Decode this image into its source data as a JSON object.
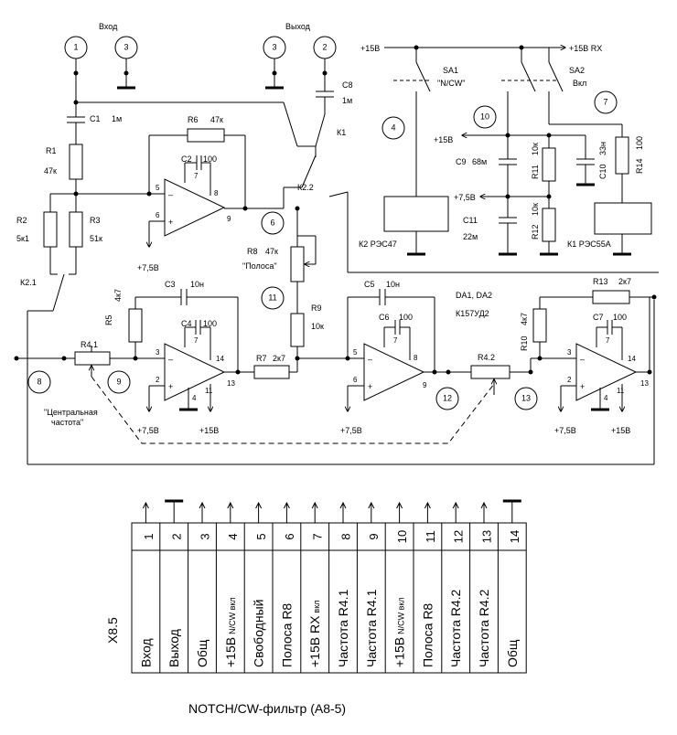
{
  "labels": {
    "input": "Вход",
    "output": "Выход",
    "pwr15": "+15В",
    "pwr15rx": "+15В RX",
    "sa1": "SA1",
    "sa1_mode": "\"N/CW\"",
    "sa2": "SA2",
    "sa2_mode": "Вкл",
    "k1": "К1",
    "k22": "К2.2",
    "k21": "К2.1",
    "k2_relay": "К2   РЭС47",
    "k1_relay": "К1   РЭС55А",
    "da": "DA1, DA2",
    "da_type": "К157УД2",
    "polosa_q": "\"Полоса\"",
    "center_freq_1": "\"Центральная",
    "center_freq_2": "частота\"",
    "p75": "+7,5В",
    "p15": "+15В"
  },
  "components": {
    "c1": "C1",
    "c1v": "1м",
    "c8": "C8",
    "c8v": "1м",
    "r1": "R1",
    "r1v": "47к",
    "r2": "R2",
    "r2v": "5к1",
    "r3": "R3",
    "r3v": "51к",
    "r6": "R6",
    "r6v": "47к",
    "c2": "C2",
    "c2v": "100",
    "r8": "R8",
    "r8v": "47к",
    "r9": "R9",
    "r9v": "10к",
    "r7": "R7",
    "r7v": "2к7",
    "c3": "C3",
    "c3v": "10н",
    "c4": "C4",
    "c4v": "100",
    "r5": "R5",
    "r5v": "4к7",
    "r41": "R4.1",
    "r42": "R4.2",
    "c5": "C5",
    "c5v": "10н",
    "c6": "C6",
    "c6v": "100",
    "r10": "R10",
    "r10v": "4к7",
    "r13": "R13",
    "r13v": "2к7",
    "c7": "C7",
    "c7v": "100",
    "c9": "C9",
    "c9v": "68м",
    "r11": "R11",
    "r11v": "10к",
    "c10": "C10",
    "c10v": "33н",
    "r14": "R14",
    "r14v": "100",
    "c11": "C11",
    "c11v": "22м",
    "r12": "R12",
    "r12v": "10к"
  },
  "pins": {
    "p2": "2",
    "p3": "3",
    "p4": "4",
    "p5": "5",
    "p6": "6",
    "p7": "7",
    "p8": "8",
    "p9": "9",
    "p11": "11",
    "p13": "13",
    "p14": "14"
  },
  "nodes": [
    "1",
    "3",
    "3",
    "2",
    "4",
    "10",
    "7",
    "6",
    "11",
    "8",
    "9",
    "12",
    "13"
  ],
  "connector": {
    "name": "X8.5",
    "numbers": [
      "1",
      "2",
      "3",
      "4",
      "5",
      "6",
      "7",
      "8",
      "9",
      "10",
      "11",
      "12",
      "13",
      "14"
    ],
    "signals": [
      {
        "main": "Вход",
        "small": ""
      },
      {
        "main": "Выход",
        "small": ""
      },
      {
        "main": "Общ",
        "small": ""
      },
      {
        "main": "+15В",
        "small": "N/CW вкл"
      },
      {
        "main": "Свободный",
        "small": ""
      },
      {
        "main": "Полоса  R8",
        "small": ""
      },
      {
        "main": "+15В RX",
        "small": "вкл"
      },
      {
        "main": "Частота R4.1",
        "small": ""
      },
      {
        "main": "Частота R4.1",
        "small": ""
      },
      {
        "main": "+15В",
        "small": "N/CW вкл"
      },
      {
        "main": "Полоса  R8",
        "small": ""
      },
      {
        "main": "Частота R4.2",
        "small": ""
      },
      {
        "main": "Частота R4.2",
        "small": ""
      },
      {
        "main": "Общ",
        "small": ""
      }
    ]
  },
  "caption": "NOTCH/CW-фильтр   (А8-5)"
}
